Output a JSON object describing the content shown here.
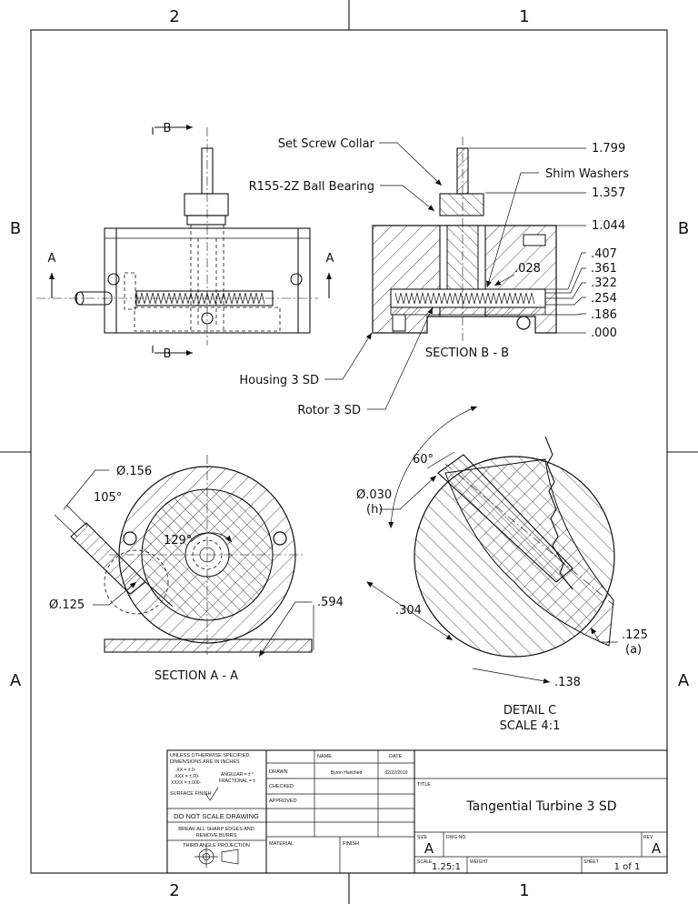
{
  "border": {
    "columns_top": [
      "2",
      "1"
    ],
    "columns_bottom": [
      "2",
      "1"
    ],
    "rows_left": [
      "B",
      "A"
    ],
    "rows_right": [
      "B",
      "A"
    ]
  },
  "front_view": {
    "section_marker_b_top": "B",
    "section_marker_b_bottom": "B",
    "section_marker_a_left": "A",
    "section_marker_a_right": "A"
  },
  "section_bb": {
    "title": "SECTION B - B",
    "callouts": {
      "set_screw_collar": "Set Screw Collar",
      "ball_bearing": "R155-2Z Ball Bearing",
      "shim_washers": "Shim Washers",
      "housing": "Housing 3 SD",
      "rotor": "Rotor 3 SD"
    },
    "dimensions": [
      ".028",
      "1.799",
      "1.357",
      "1.044",
      ".407",
      ".361",
      ".322",
      ".254",
      ".186",
      ".000"
    ]
  },
  "section_aa": {
    "title": "SECTION A - A",
    "dimensions": {
      "dia_156": "Ø.156",
      "angle_105": "105°",
      "angle_129": "129°",
      "dia_125": "Ø.125",
      "dim_594": ".594"
    }
  },
  "detail_c": {
    "title": "DETAIL C",
    "scale": "SCALE 4:1",
    "dimensions": {
      "angle_60": "60°",
      "dia_030": "Ø.030",
      "dia_030_note": "(h)",
      "dim_304": ".304",
      "dim_125": ".125",
      "dim_125_note": "(a)",
      "dim_138": ".138"
    }
  },
  "title_block": {
    "tolerance_note_1": "UNLESS OTHERWISE SPECIFIED,",
    "tolerance_note_2": "DIMENSIONS ARE IN INCHES",
    "tol_x": ".XX = ±.0-",
    "tol_xx": ".XXX = ±.00-",
    "tol_xxx": "XXXX = ±.000-",
    "tol_angular": "ANGULAR = ± °",
    "tol_fractional": "FRACTIONAL = ±",
    "surface_finish": "SURFACE FINISH",
    "do_not_scale": "DO NOT SCALE DRAWING",
    "break_edges_1": "BREAK ALL SHARP EDGES AND",
    "break_edges_2": "REMOVE BURRS",
    "projection": "THIRD ANGLE PROJECTION",
    "name_header": "NAME",
    "date_header": "DATE",
    "drawn_label": "DRAWN",
    "drawn_name": "Byron Hanchett",
    "drawn_date": "02/22/2019",
    "checked_label": "CHECKED",
    "approved_label": "APPROVED",
    "material_label": "MATERIAL",
    "finish_label": "FINISH",
    "title_label": "TITLE",
    "title": "Tangential Turbine 3 SD",
    "size_label": "SIZE",
    "size": "A",
    "dwg_no_label": "DWG NO.",
    "rev_label": "REV",
    "rev": "A",
    "scale_label": "SCALE",
    "scale": "1.25:1",
    "weight_label": "WEIGHT",
    "sheet_label": "SHEET",
    "sheet": "1 of 1"
  }
}
